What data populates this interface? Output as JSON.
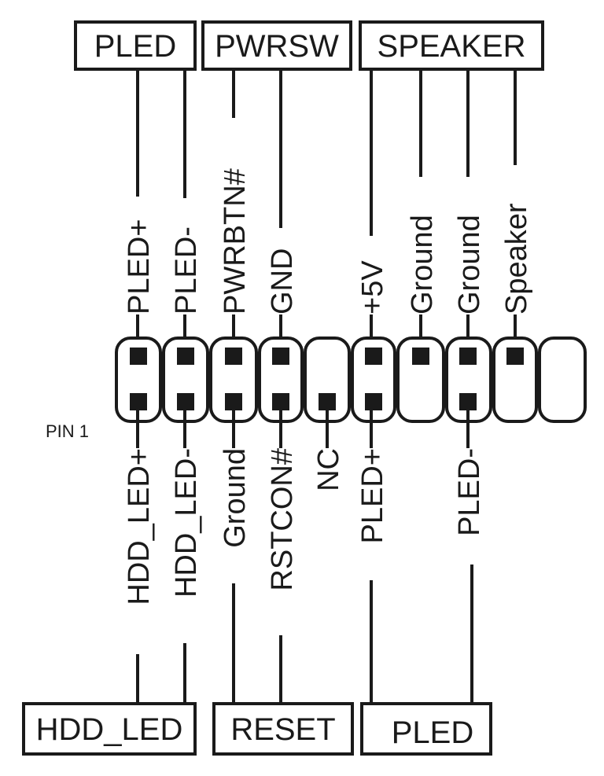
{
  "groups": {
    "top_pled": "PLED",
    "top_pwrsw": "PWRSW",
    "top_speaker": "SPEAKER",
    "bottom_hdd_led": "HDD_LED",
    "bottom_reset": "RESET",
    "bottom_pled": "PLED"
  },
  "pin1_label": "PIN 1",
  "top_pins": [
    "PLED+",
    "PLED-",
    "PWRBTN#",
    "GND",
    "+5V",
    "Ground",
    "Ground",
    "Speaker"
  ],
  "bottom_pins": [
    "HDD_LED+",
    "HDD_LED-",
    "Ground",
    "RSTCON#",
    "NC",
    "PLED+",
    "PLED-"
  ]
}
